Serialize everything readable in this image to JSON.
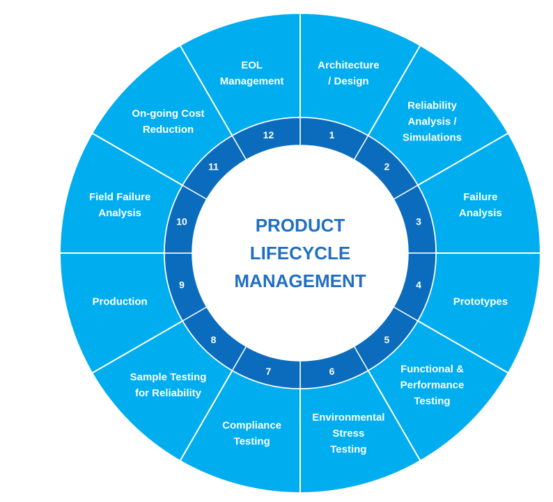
{
  "colors": {
    "outer_segment": "#00adef",
    "inner_ring": "#0b6cbd",
    "divider": "#ffffff",
    "center_fill": "#ffffff",
    "center_text": "#1f6fc4"
  },
  "center": {
    "lines": [
      "PRODUCT",
      "LIFECYCLE",
      "MANAGEMENT"
    ]
  },
  "segments": [
    {
      "number": "1",
      "lines": [
        "Architecture",
        "/ Design"
      ]
    },
    {
      "number": "2",
      "lines": [
        "Reliability",
        "Analysis /",
        "Simulations"
      ]
    },
    {
      "number": "3",
      "lines": [
        "Failure",
        "Analysis"
      ]
    },
    {
      "number": "4",
      "lines": [
        "Prototypes"
      ]
    },
    {
      "number": "5",
      "lines": [
        "Functional  &",
        "Performance",
        "Testing"
      ]
    },
    {
      "number": "6",
      "lines": [
        "Environmental",
        "Stress",
        "Testing"
      ]
    },
    {
      "number": "7",
      "lines": [
        "Compliance",
        "Testing"
      ]
    },
    {
      "number": "8",
      "lines": [
        "Sample Testing",
        "for Reliability"
      ]
    },
    {
      "number": "9",
      "lines": [
        "Production"
      ]
    },
    {
      "number": "10",
      "lines": [
        "Field Failure",
        "Analysis"
      ]
    },
    {
      "number": "11",
      "lines": [
        "On-going Cost",
        "Reduction"
      ]
    },
    {
      "number": "12",
      "lines": [
        "EOL",
        "Management"
      ]
    }
  ]
}
